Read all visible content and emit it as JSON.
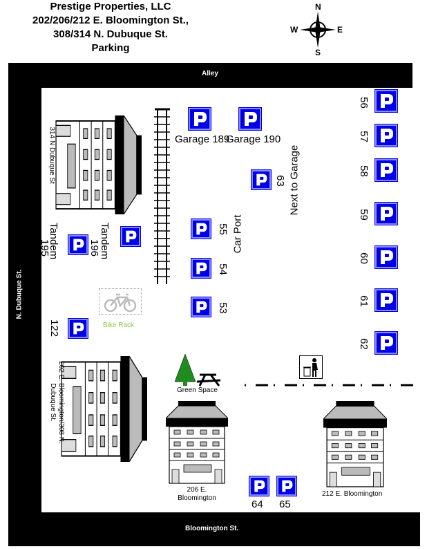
{
  "title": {
    "line1": "Prestige Properties, LLC",
    "line2": "202/206/212 E. Bloomington St.,",
    "line3": "308/314 N. Dubuque St.",
    "line4": "Parking"
  },
  "compass": {
    "n": "N",
    "s": "S",
    "e": "E",
    "w": "W"
  },
  "streets": {
    "top": "Alley",
    "left": "N. Dubuque St.",
    "bottom": "Bloomington St."
  },
  "parking": {
    "s56": "56",
    "s57": "57",
    "s58": "58",
    "s59": "59",
    "s60": "60",
    "s61": "61",
    "s62": "62",
    "g189": "Garage 189",
    "g190": "Garage 190",
    "s63": "63",
    "next_to_garage": "Next to Garage",
    "s55": "55",
    "s54": "54",
    "s53": "53",
    "car_port": "Car Port",
    "tandem196": "Tandem",
    "n196": "196",
    "tandem195": "Tandem",
    "n195": "195",
    "s122": "122",
    "s64": "64",
    "s65": "65"
  },
  "buildings": {
    "b314": "314 N Dubuque St",
    "b202": "202 E. Bloomington/308 N. Dubuque St.",
    "b206_1": "206 E.",
    "b206_2": "Bloomington",
    "b212": "212 E. Bloomington"
  },
  "amenities": {
    "bike_rack": "Bike Rack",
    "green_space": "Green Space"
  },
  "colors": {
    "parking_blue": "#0000e6",
    "tree_green": "#1e8c1e",
    "bike_label": "#8cc84b"
  }
}
